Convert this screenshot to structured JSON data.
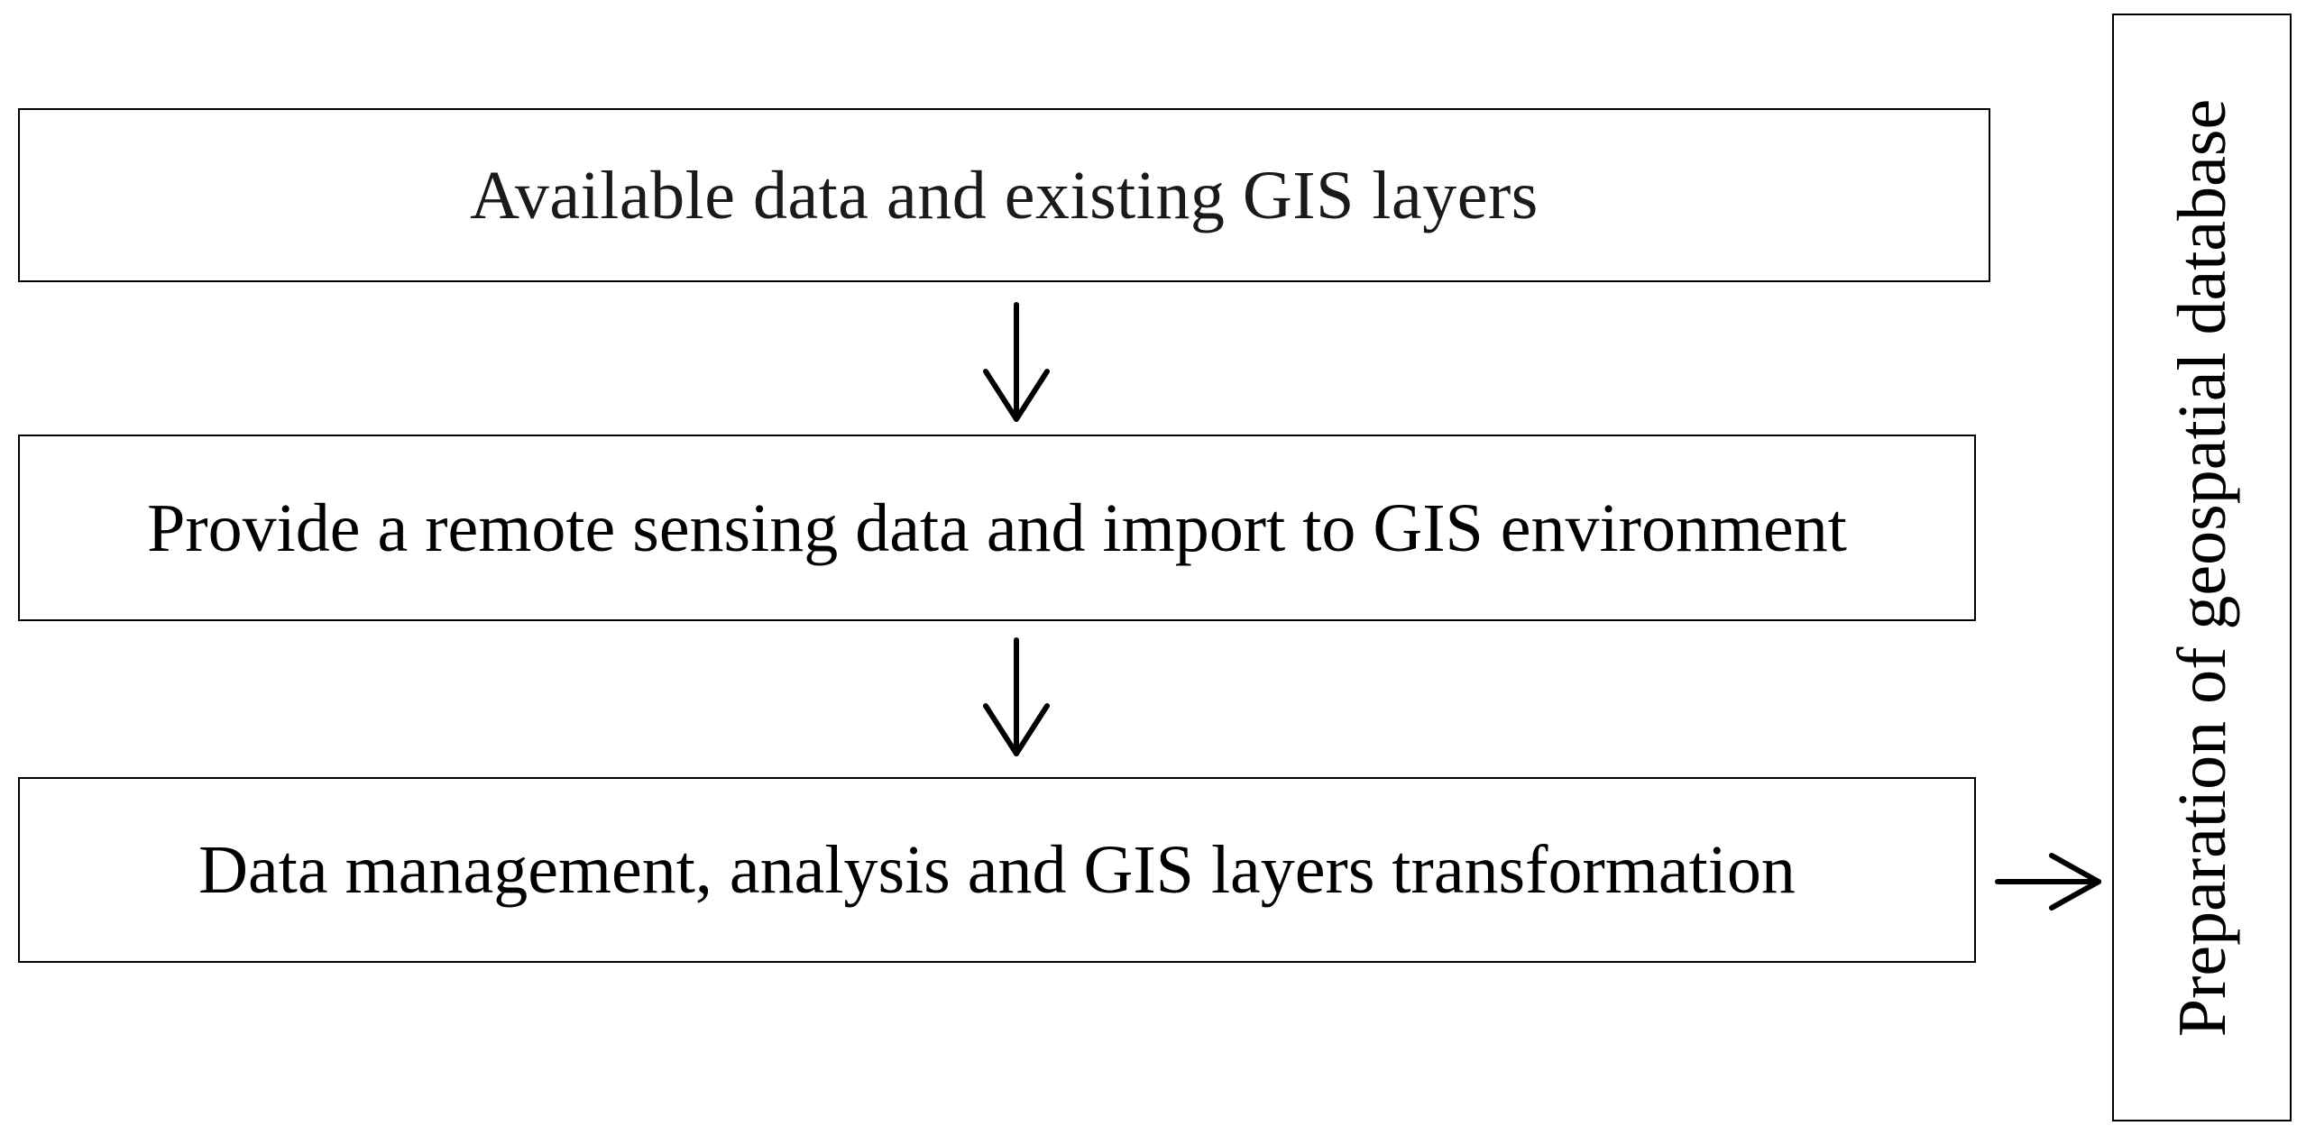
{
  "diagram": {
    "steps": [
      {
        "label": "Available data and existing GIS layers"
      },
      {
        "label": "Provide a remote sensing data and import to GIS environment"
      },
      {
        "label": "Data management, analysis and GIS layers transformation"
      }
    ],
    "side_label": "Preparation of geospatial database"
  }
}
